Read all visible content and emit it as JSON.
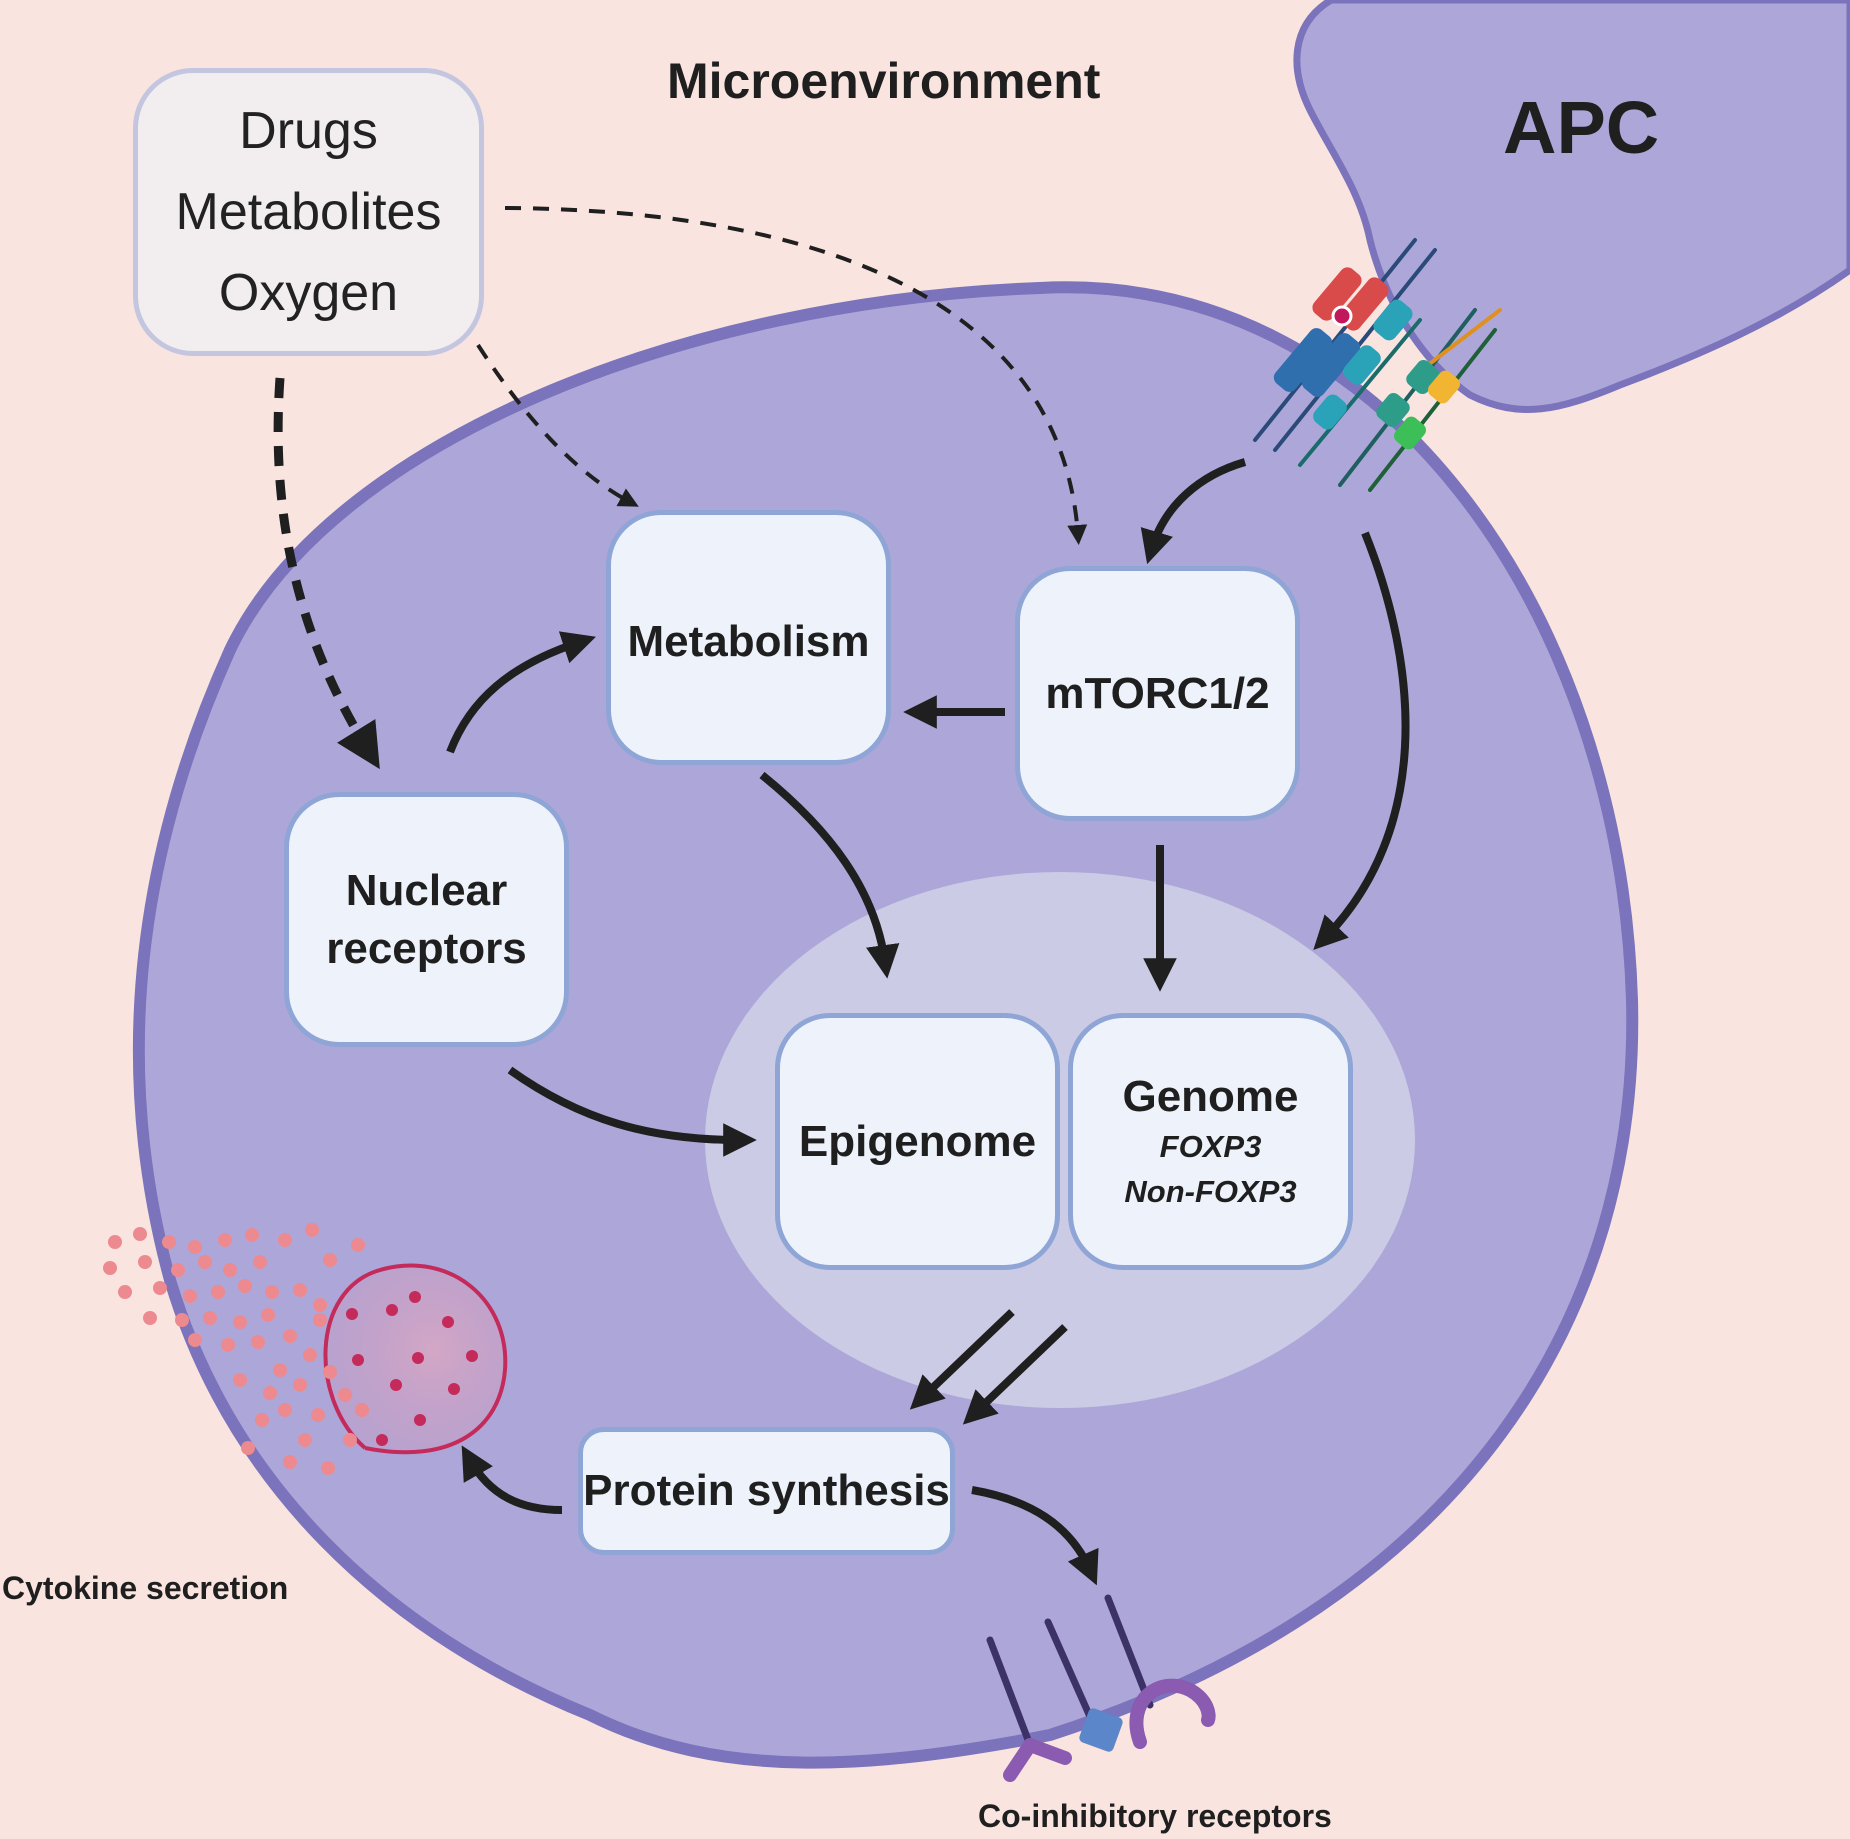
{
  "title": "Microenvironment",
  "apc_label": "APC",
  "environment_factors": [
    "Drugs",
    "Metabolites",
    "Oxygen"
  ],
  "nodes": {
    "metabolism": "Metabolism",
    "mtorc": "mTORC1/2",
    "nuclear_receptors": [
      "Nuclear",
      "receptors"
    ],
    "epigenome": "Epigenome",
    "genome": "Genome",
    "genome_foxp3": "FOXP3",
    "genome_non_foxp3": "Non-FOXP3",
    "protein_synthesis": "Protein synthesis"
  },
  "outputs": {
    "cytokine_secretion": "Cytokine secretion",
    "coinhibitory_receptors": "Co-inhibitory receptors"
  },
  "colors": {
    "background": "#f9e4df",
    "cell_fill": "#ada7d9",
    "cell_border": "#7b73bb",
    "nucleus_fill": "#cbcbe5",
    "node_fill": "#edf2fb",
    "node_border": "#8fa5d6",
    "arrow": "#1f1f1f",
    "vesicle": "#c42a5a",
    "cytokine_dot": "#ec8a8f"
  }
}
